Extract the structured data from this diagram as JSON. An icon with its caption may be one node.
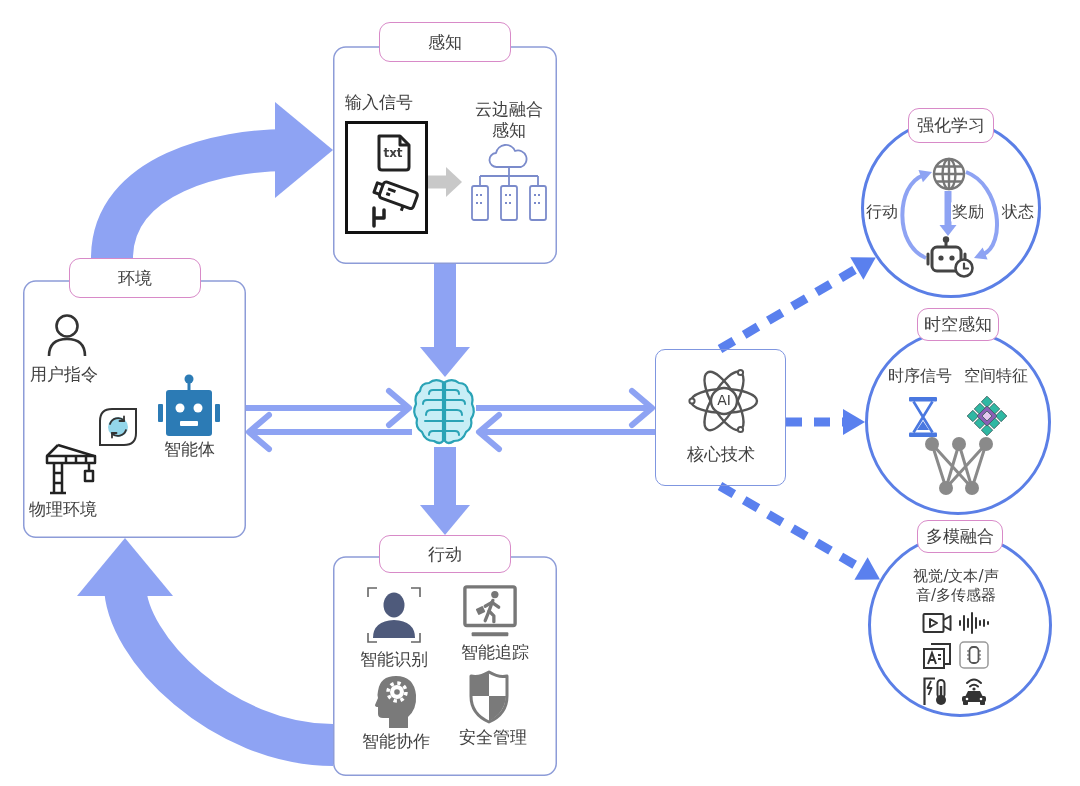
{
  "diagram": {
    "nodes": [
      {
        "text": [
          "感知"
        ]
      },
      {
        "text": [
          "输入信号",
          "txt"
        ],
        "in": 0
      },
      {
        "text": [
          "云边融合感知"
        ],
        "in": 0
      },
      {
        "text": [
          "环境",
          "用户指令",
          "智能体",
          "物理环境"
        ]
      },
      {
        "text": [],
        "shape": "picture"
      },
      {
        "text": [
          "AI",
          "核心技术"
        ]
      },
      {
        "text": [
          "强化学习"
        ]
      },
      {
        "text": [],
        "shape": "picture",
        "in": 6
      },
      {
        "text": [],
        "shape": "picture",
        "in": 6
      },
      {
        "text": [
          "时空感知",
          "时序信号",
          "空间特征"
        ]
      },
      {
        "text": [
          "多模融合",
          "视觉/文本/声音/多传感器"
        ]
      },
      {
        "text": [
          "行动",
          "智能识别",
          "智能追踪",
          "智能协作",
          "安全管理"
        ]
      }
    ],
    "edges": [
      {
        "from": 3,
        "to": 0,
        "arrow": "to",
        "style": "thick"
      },
      {
        "from": 1,
        "to": 2,
        "arrow": "to",
        "color": "#c8c8c8"
      },
      {
        "from": 0,
        "to": 4,
        "arrow": "to",
        "style": "thick"
      },
      {
        "from": 3,
        "to": 4,
        "arrow": "to"
      },
      {
        "from": 4,
        "to": 3,
        "arrow": "to"
      },
      {
        "from": 4,
        "to": 5,
        "arrow": "to"
      },
      {
        "from": 5,
        "to": 4,
        "arrow": "to"
      },
      {
        "from": 4,
        "to": 11,
        "arrow": "to",
        "style": "thick"
      },
      {
        "from": 5,
        "to": 6,
        "arrow": "to",
        "style": "dashed",
        "color": "#5a80ee"
      },
      {
        "from": 5,
        "to": 9,
        "arrow": "to",
        "style": "dashed",
        "color": "#5a80ee"
      },
      {
        "from": 5,
        "to": 10,
        "arrow": "to",
        "style": "dashed",
        "color": "#5a80ee"
      },
      {
        "from": 11,
        "to": 3,
        "arrow": "to",
        "style": "thick"
      },
      {
        "from": 8,
        "to": 7,
        "arrow": "to",
        "label": "行动"
      },
      {
        "from": 7,
        "to": 8,
        "arrow": "to",
        "label": "奖励"
      },
      {
        "from": 7,
        "to": 8,
        "arrow": "to",
        "label": "状态"
      }
    ]
  }
}
